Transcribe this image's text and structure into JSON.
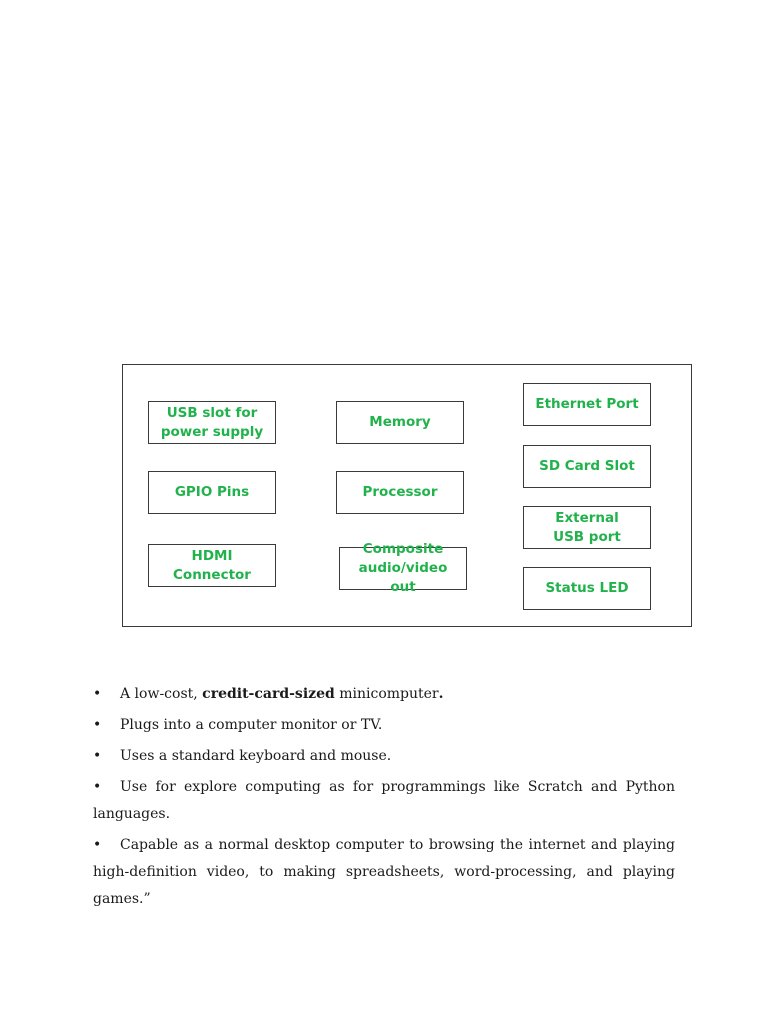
{
  "diagram": {
    "blocks": {
      "usb_power": "USB slot for power supply",
      "memory": "Memory",
      "ethernet": "Ethernet Port",
      "sd_card": "SD Card Slot",
      "gpio": "GPIO Pins",
      "processor": "Processor",
      "external_usb": "External USB port",
      "hdmi": "HDMI Connector",
      "composite": "Composite audio/video out",
      "status_led": "Status LED"
    },
    "label_color": "#22b24c"
  },
  "bullets": {
    "symbol": "•",
    "item1": {
      "before": "A low-cost, ",
      "bold": "credit-card-sized",
      "after": " minicomputer",
      "bold_end": "."
    },
    "item2": "Plugs into a computer monitor or TV.",
    "item3": "Uses a standard keyboard and mouse.",
    "item4": "Use for explore computing as for programmings like Scratch and Python languages.",
    "item5": "Capable as a normal desktop computer to browsing the internet and playing high-definition video, to making spreadsheets, word-processing, and playing games.”"
  }
}
